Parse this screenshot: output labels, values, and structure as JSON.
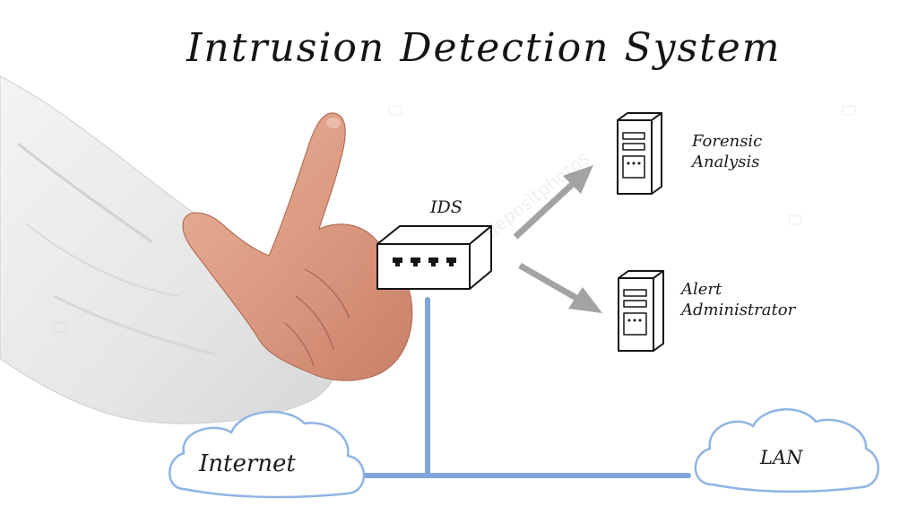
{
  "title": "Intrusion Detection System",
  "nodes": {
    "ids": {
      "label": "IDS"
    },
    "forensic": {
      "line1": "Forensic",
      "line2": "Analysis"
    },
    "alert": {
      "line1": "Alert",
      "line2": "Administrator"
    },
    "internet": {
      "label": "Internet"
    },
    "lan": {
      "label": "LAN"
    }
  },
  "colors": {
    "network_link": "#7fa6dc",
    "cloud_outline": "#8fb4e4",
    "arrow": "#a3a3a3",
    "ink": "#151515"
  },
  "watermark": "depositphotos"
}
